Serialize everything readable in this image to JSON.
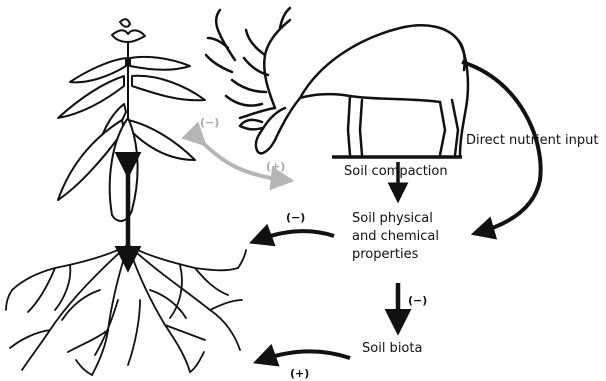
{
  "labels": {
    "direct_nutrient_input": "Direct nutrient input",
    "soil_compaction": "Soil compaction",
    "soil_properties_1": "Soil physical",
    "soil_properties_2": "and chemical",
    "soil_properties_3": "properties",
    "soil_biota": "Soil biota"
  },
  "signs": {
    "grey_minus": "(−)",
    "grey_plus": "(+)",
    "properties_to_plant": "(−)",
    "compaction_to_biota": "(−)",
    "biota_to_plant": "(+)"
  },
  "colors": {
    "ink": "#111111",
    "grey_arrow": "#b5b5b5"
  },
  "icons": [
    "deer-illustration",
    "plant-illustration",
    "roots-illustration"
  ]
}
